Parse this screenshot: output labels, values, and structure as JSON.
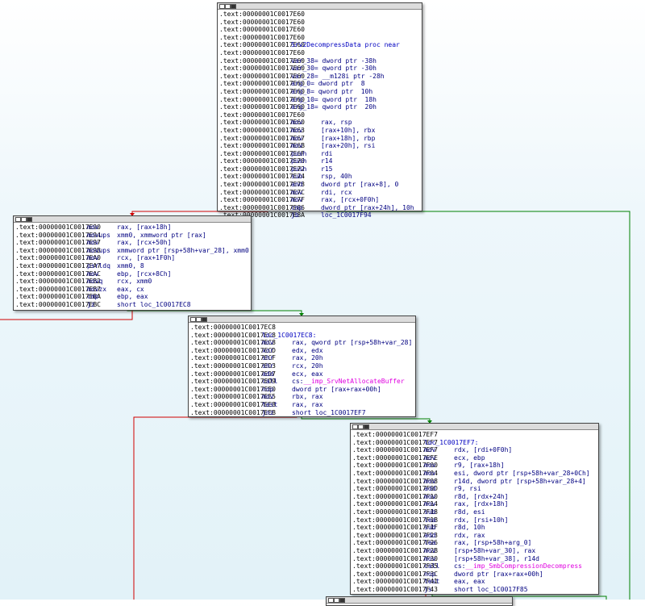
{
  "colors": {
    "edge_true": "#008000",
    "edge_false": "#d00000",
    "edge_uncond": "#0000ff",
    "background_top": "#ffffff",
    "background_bottom": "#e2f2f8"
  },
  "nodes": [
    {
      "id": "n1",
      "lines": [
        {
          "a": ".text:00000001C0017E60",
          "m": "",
          "o": ""
        },
        {
          "a": ".text:00000001C0017E60",
          "m": "",
          "o": ""
        },
        {
          "a": ".text:00000001C0017E60",
          "m": "",
          "o": ""
        },
        {
          "a": ".text:00000001C0017E60",
          "m": "",
          "o": ""
        },
        {
          "a": ".text:00000001C0017E60",
          "m": "Srv2DecompressData proc near",
          "o": ""
        },
        {
          "a": ".text:00000001C0017E60",
          "m": "",
          "o": ""
        },
        {
          "a": ".text:00000001C0017E60",
          "m": "var_38= dword ptr -38h",
          "o": ""
        },
        {
          "a": ".text:00000001C0017E60",
          "m": "var_30= qword ptr -30h",
          "o": ""
        },
        {
          "a": ".text:00000001C0017E60",
          "m": "var_28= __m128i ptr -28h",
          "o": ""
        },
        {
          "a": ".text:00000001C0017E60",
          "m": "arg_0= dword ptr  8",
          "o": ""
        },
        {
          "a": ".text:00000001C0017E60",
          "m": "arg_8= qword ptr  10h",
          "o": ""
        },
        {
          "a": ".text:00000001C0017E60",
          "m": "arg_10= qword ptr  18h",
          "o": ""
        },
        {
          "a": ".text:00000001C0017E60",
          "m": "arg_18= qword ptr  20h",
          "o": ""
        },
        {
          "a": ".text:00000001C0017E60",
          "m": "",
          "o": ""
        },
        {
          "a": ".text:00000001C0017E60",
          "m": "mov",
          "o": "rax, rsp"
        },
        {
          "a": ".text:00000001C0017E63",
          "m": "mov",
          "o": "[rax+10h], rbx"
        },
        {
          "a": ".text:00000001C0017E67",
          "m": "mov",
          "o": "[rax+18h], rbp"
        },
        {
          "a": ".text:00000001C0017E6B",
          "m": "mov",
          "o": "[rax+20h], rsi"
        },
        {
          "a": ".text:00000001C0017E6F",
          "m": "push",
          "o": "rdi"
        },
        {
          "a": ".text:00000001C0017E70",
          "m": "push",
          "o": "r14"
        },
        {
          "a": ".text:00000001C0017E72",
          "m": "push",
          "o": "r15"
        },
        {
          "a": ".text:00000001C0017E74",
          "m": "sub",
          "o": "rsp, 40h"
        },
        {
          "a": ".text:00000001C0017E78",
          "m": "and",
          "o": "dword ptr [rax+8], 0"
        },
        {
          "a": ".text:00000001C0017E7C",
          "m": "mov",
          "o": "rdi, rcx"
        },
        {
          "a": ".text:00000001C0017E7F",
          "m": "mov",
          "o": "rax, [rcx+0F0h]"
        },
        {
          "a": ".text:00000001C0017E86",
          "m": "cmp",
          "o": "dword ptr [rax+24h], 10h"
        },
        {
          "a": ".text:00000001C0017E8A",
          "m": "jb",
          "o": "loc_1C0017F94"
        }
      ]
    },
    {
      "id": "n2",
      "lines": [
        {
          "a": ".text:00000001C0017E90",
          "m": "mov",
          "o": "rax, [rax+18h]"
        },
        {
          "a": ".text:00000001C0017E94",
          "m": "movups",
          "o": "xmm0, xmmword ptr [rax]"
        },
        {
          "a": ".text:00000001C0017E97",
          "m": "mov",
          "o": "rax, [rcx+50h]"
        },
        {
          "a": ".text:00000001C0017E9B",
          "m": "movups",
          "o": "xmmword ptr [rsp+58h+var_28], xmm0"
        },
        {
          "a": ".text:00000001C0017EA0",
          "m": "mov",
          "o": "rcx, [rax+1F0h]"
        },
        {
          "a": ".text:00000001C0017EA7",
          "m": "psrldq",
          "o": "xmm0, 8"
        },
        {
          "a": ".text:00000001C0017EAC",
          "m": "mov",
          "o": "ebp, [rcx+8Ch]"
        },
        {
          "a": ".text:00000001C0017EB2",
          "m": "movq",
          "o": "rcx, xmm0"
        },
        {
          "a": ".text:00000001C0017EB7",
          "m": "movzx",
          "o": "eax, cx"
        },
        {
          "a": ".text:00000001C0017EBA",
          "m": "cmp",
          "o": "ebp, eax"
        },
        {
          "a": ".text:00000001C0017EBC",
          "m": "jz",
          "o": "short loc_1C0017EC8"
        }
      ]
    },
    {
      "id": "n3",
      "lines": [
        {
          "a": ".text:00000001C0017EC8",
          "m": "",
          "o": ""
        },
        {
          "a": ".text:00000001C0017EC8",
          "m": "loc_1C0017EC8:",
          "o": ""
        },
        {
          "a": ".text:00000001C0017EC8",
          "m": "mov",
          "o": "rax, qword ptr [rsp+58h+var_28]"
        },
        {
          "a": ".text:00000001C0017ECD",
          "m": "xor",
          "o": "edx, edx"
        },
        {
          "a": ".text:00000001C0017ECF",
          "m": "shr",
          "o": "rax, 20h"
        },
        {
          "a": ".text:00000001C0017ED3",
          "m": "shr",
          "o": "rcx, 20h"
        },
        {
          "a": ".text:00000001C0017ED7",
          "m": "add",
          "o": "ecx, eax"
        },
        {
          "a": ".text:00000001C0017ED9",
          "m": "call",
          "o": "cs:__imp_SrvNetAllocateBuffer"
        },
        {
          "a": ".text:00000001C0017EE0",
          "m": "nop",
          "o": "dword ptr [rax+rax+00h]"
        },
        {
          "a": ".text:00000001C0017EE5",
          "m": "mov",
          "o": "rbx, rax"
        },
        {
          "a": ".text:00000001C0017EE8",
          "m": "test",
          "o": "rax, rax"
        },
        {
          "a": ".text:00000001C0017EEB",
          "m": "jnz",
          "o": "short loc_1C0017EF7"
        }
      ]
    },
    {
      "id": "n4",
      "lines": [
        {
          "a": ".text:00000001C0017EF7",
          "m": "",
          "o": ""
        },
        {
          "a": ".text:00000001C0017EF7",
          "m": "loc_1C0017EF7:",
          "o": ""
        },
        {
          "a": ".text:00000001C0017EF7",
          "m": "mov",
          "o": "rdx, [rdi+0F0h]"
        },
        {
          "a": ".text:00000001C0017EFE",
          "m": "mov",
          "o": "ecx, ebp"
        },
        {
          "a": ".text:00000001C0017F00",
          "m": "mov",
          "o": "r9, [rax+18h]"
        },
        {
          "a": ".text:00000001C0017F04",
          "m": "mov",
          "o": "esi, dword ptr [rsp+58h+var_28+0Ch]"
        },
        {
          "a": ".text:00000001C0017F08",
          "m": "mov",
          "o": "r14d, dword ptr [rsp+58h+var_28+4]"
        },
        {
          "a": ".text:00000001C0017F0D",
          "m": "add",
          "o": "r9, rsi"
        },
        {
          "a": ".text:00000001C0017F10",
          "m": "mov",
          "o": "r8d, [rdx+24h]"
        },
        {
          "a": ".text:00000001C0017F14",
          "m": "mov",
          "o": "rax, [rdx+18h]"
        },
        {
          "a": ".text:00000001C0017F18",
          "m": "sub",
          "o": "r8d, esi"
        },
        {
          "a": ".text:00000001C0017F1B",
          "m": "lea",
          "o": "rdx, [rsi+10h]"
        },
        {
          "a": ".text:00000001C0017F1F",
          "m": "sub",
          "o": "r8d, 10h"
        },
        {
          "a": ".text:00000001C0017F23",
          "m": "add",
          "o": "rdx, rax"
        },
        {
          "a": ".text:00000001C0017F26",
          "m": "lea",
          "o": "rax, [rsp+58h+arg_0]"
        },
        {
          "a": ".text:00000001C0017F2B",
          "m": "mov",
          "o": "[rsp+58h+var_30], rax"
        },
        {
          "a": ".text:00000001C0017F30",
          "m": "mov",
          "o": "[rsp+58h+var_38], r14d"
        },
        {
          "a": ".text:00000001C0017F35",
          "m": "call",
          "o": "cs:__imp_SmbCompressionDecompress"
        },
        {
          "a": ".text:00000001C0017F3C",
          "m": "nop",
          "o": "dword ptr [rax+rax+00h]"
        },
        {
          "a": ".text:00000001C0017F41",
          "m": "test",
          "o": "eax, eax"
        },
        {
          "a": ".text:00000001C0017F43",
          "m": "js",
          "o": "short loc_1C0017F85"
        }
      ]
    }
  ]
}
